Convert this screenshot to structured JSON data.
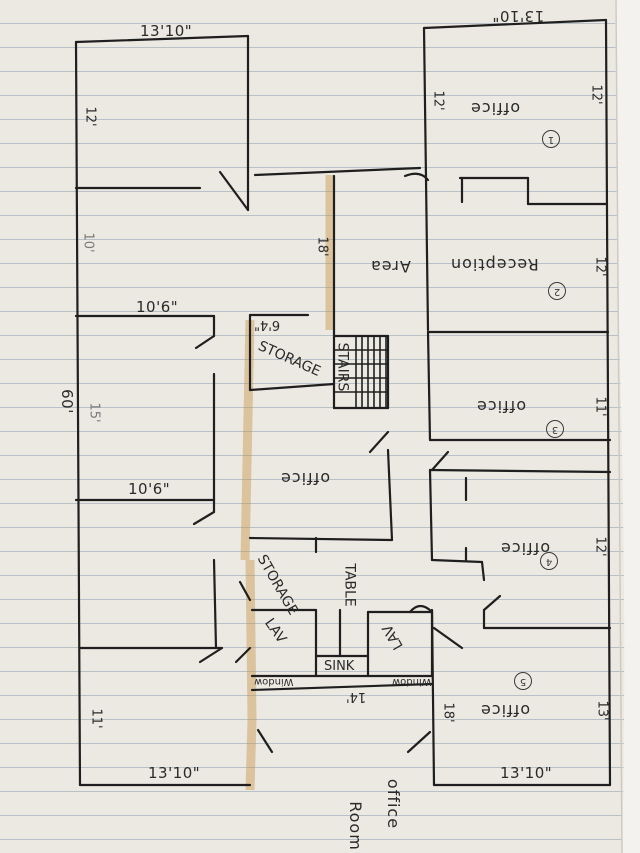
{
  "labels": {
    "dim_top_left": "13'10\"",
    "dim_top_right": "13'10\"",
    "dim_bottom_left": "13'10\"",
    "dim_bottom_right": "13'10\"",
    "dim_12_a": "12'",
    "dim_12_b": "12'",
    "dim_12_c": "12'",
    "dim_12_d": "12'",
    "dim_12_e": "12'",
    "dim_13_a": "13'",
    "dim_11_a": "11'",
    "dim_11_b": "11'",
    "dim_10": "10'",
    "dim_10_6_a": "10'6\"",
    "dim_10_6_b": "10'6\"",
    "dim_60": "60'",
    "dim_15": "15'",
    "dim_18_a": "18'",
    "dim_18_b": "18'",
    "dim_6_4": "6'4\"",
    "dim_14": "14'",
    "office_1": "office",
    "office_2": "office",
    "office_3": "office",
    "office_4": "office",
    "office_5": "office",
    "reception": "Reception",
    "area": "Area",
    "storage_1": "STORAGE",
    "storage_2": "STORAGE",
    "stairs": "STAIRS",
    "table": "TABLE",
    "lav_1": "LAV",
    "lav_2": "LAV",
    "sink": "SINK",
    "window_1": "Window",
    "window_2": "Window",
    "office_room_1": "office",
    "office_room_2": "Room",
    "num_1": "1",
    "num_2": "2",
    "num_3": "3",
    "num_4": "4",
    "num_5": "5"
  }
}
